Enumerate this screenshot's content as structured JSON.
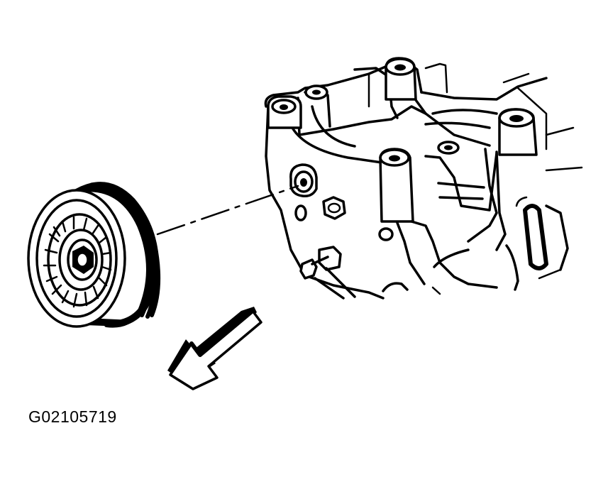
{
  "figure": {
    "id_code": "G02105719"
  },
  "parts": [
    {
      "name": "idler-pulley"
    },
    {
      "name": "engine-bracket"
    },
    {
      "name": "mounting-bolt-hole"
    },
    {
      "name": "direction-arrow"
    }
  ],
  "colors": {
    "ink": "#000000",
    "paper": "#ffffff"
  }
}
